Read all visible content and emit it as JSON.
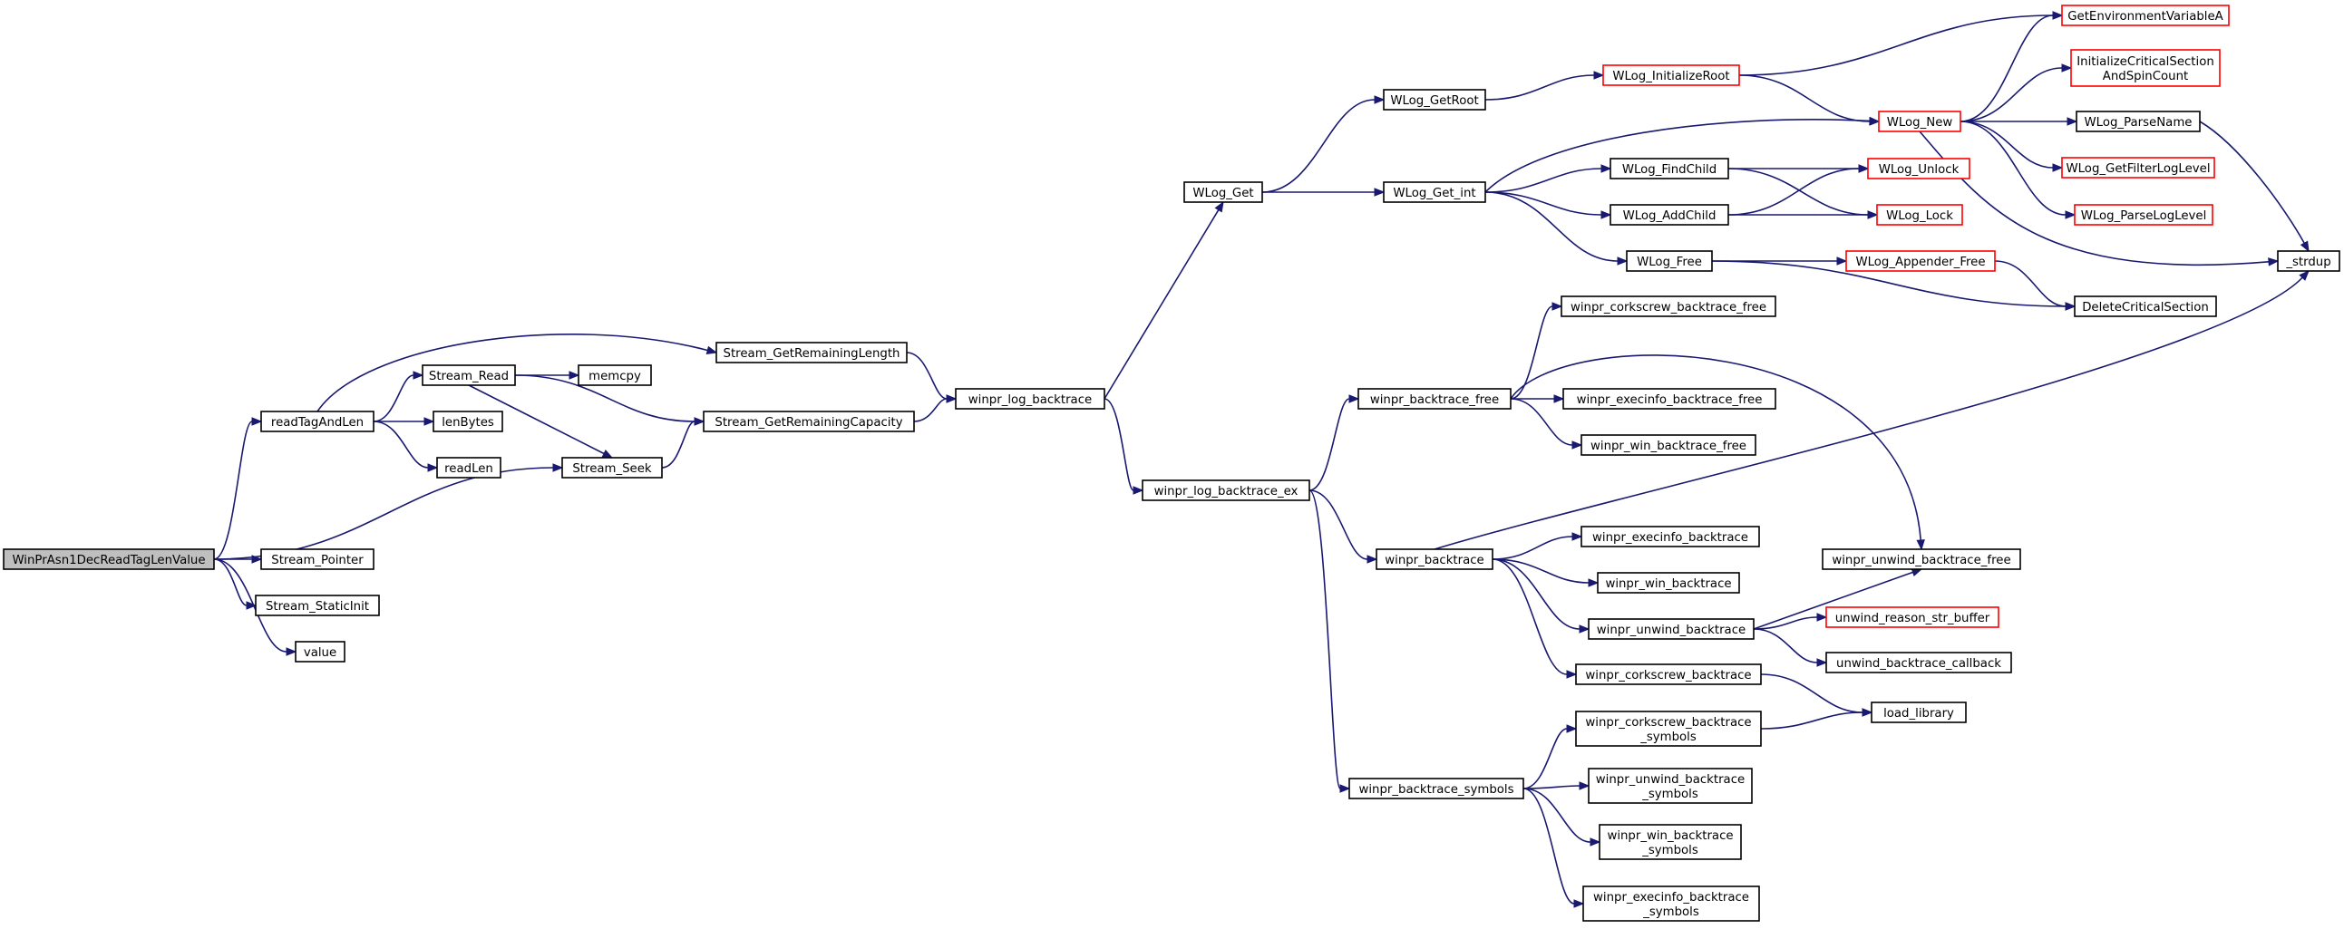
{
  "colors": {
    "edge": "#191970",
    "node_border": "#000000",
    "node_truncated_border": "#ff0000",
    "root_fill": "#bfbfbf",
    "node_fill": "#ffffff"
  },
  "nodes": [
    {
      "id": "root",
      "lines": [
        "WinPrAsn1DecReadTagLenValue"
      ],
      "kind": "root"
    },
    {
      "id": "readTagAndLen",
      "lines": [
        "readTagAndLen"
      ],
      "kind": "normal"
    },
    {
      "id": "Stream_Pointer",
      "lines": [
        "Stream_Pointer"
      ],
      "kind": "normal"
    },
    {
      "id": "Stream_StaticInit",
      "lines": [
        "Stream_StaticInit"
      ],
      "kind": "normal"
    },
    {
      "id": "value",
      "lines": [
        "value"
      ],
      "kind": "normal"
    },
    {
      "id": "Stream_Read",
      "lines": [
        "Stream_Read"
      ],
      "kind": "normal"
    },
    {
      "id": "lenBytes",
      "lines": [
        "lenBytes"
      ],
      "kind": "normal"
    },
    {
      "id": "readLen",
      "lines": [
        "readLen"
      ],
      "kind": "normal"
    },
    {
      "id": "Stream_Seek",
      "lines": [
        "Stream_Seek"
      ],
      "kind": "normal"
    },
    {
      "id": "memcpy",
      "lines": [
        "memcpy"
      ],
      "kind": "normal"
    },
    {
      "id": "Stream_GetRemainingLength",
      "lines": [
        "Stream_GetRemainingLength"
      ],
      "kind": "normal"
    },
    {
      "id": "Stream_GetRemainingCapacity",
      "lines": [
        "Stream_GetRemainingCapacity"
      ],
      "kind": "normal"
    },
    {
      "id": "winpr_log_backtrace",
      "lines": [
        "winpr_log_backtrace"
      ],
      "kind": "normal"
    },
    {
      "id": "WLog_Get",
      "lines": [
        "WLog_Get"
      ],
      "kind": "normal"
    },
    {
      "id": "winpr_log_backtrace_ex",
      "lines": [
        "winpr_log_backtrace_ex"
      ],
      "kind": "normal"
    },
    {
      "id": "WLog_GetRoot",
      "lines": [
        "WLog_GetRoot"
      ],
      "kind": "normal"
    },
    {
      "id": "WLog_Get_int",
      "lines": [
        "WLog_Get_int"
      ],
      "kind": "normal"
    },
    {
      "id": "winpr_backtrace_free",
      "lines": [
        "winpr_backtrace_free"
      ],
      "kind": "normal"
    },
    {
      "id": "winpr_backtrace",
      "lines": [
        "winpr_backtrace"
      ],
      "kind": "normal"
    },
    {
      "id": "winpr_backtrace_symbols",
      "lines": [
        "winpr_backtrace_symbols"
      ],
      "kind": "normal"
    },
    {
      "id": "WLog_InitializeRoot",
      "lines": [
        "WLog_InitializeRoot"
      ],
      "kind": "truncated"
    },
    {
      "id": "WLog_FindChild",
      "lines": [
        "WLog_FindChild"
      ],
      "kind": "normal"
    },
    {
      "id": "WLog_AddChild",
      "lines": [
        "WLog_AddChild"
      ],
      "kind": "normal"
    },
    {
      "id": "WLog_Free",
      "lines": [
        "WLog_Free"
      ],
      "kind": "normal"
    },
    {
      "id": "winpr_corkscrew_backtrace_free",
      "lines": [
        "winpr_corkscrew_backtrace_free"
      ],
      "kind": "normal"
    },
    {
      "id": "winpr_execinfo_backtrace_free",
      "lines": [
        "winpr_execinfo_backtrace_free"
      ],
      "kind": "normal"
    },
    {
      "id": "winpr_win_backtrace_free",
      "lines": [
        "winpr_win_backtrace_free"
      ],
      "kind": "normal"
    },
    {
      "id": "winpr_execinfo_backtrace",
      "lines": [
        "winpr_execinfo_backtrace"
      ],
      "kind": "normal"
    },
    {
      "id": "winpr_win_backtrace",
      "lines": [
        "winpr_win_backtrace"
      ],
      "kind": "normal"
    },
    {
      "id": "winpr_unwind_backtrace",
      "lines": [
        "winpr_unwind_backtrace"
      ],
      "kind": "normal"
    },
    {
      "id": "winpr_corkscrew_backtrace",
      "lines": [
        "winpr_corkscrew_backtrace"
      ],
      "kind": "normal"
    },
    {
      "id": "winpr_corkscrew_backtrace_symbols",
      "lines": [
        "winpr_corkscrew_backtrace",
        "_symbols"
      ],
      "kind": "normal"
    },
    {
      "id": "winpr_unwind_backtrace_symbols",
      "lines": [
        "winpr_unwind_backtrace",
        "_symbols"
      ],
      "kind": "normal"
    },
    {
      "id": "winpr_win_backtrace_symbols",
      "lines": [
        "winpr_win_backtrace",
        "_symbols"
      ],
      "kind": "normal"
    },
    {
      "id": "winpr_execinfo_backtrace_symbols",
      "lines": [
        "winpr_execinfo_backtrace",
        "_symbols"
      ],
      "kind": "normal"
    },
    {
      "id": "WLog_New",
      "lines": [
        "WLog_New"
      ],
      "kind": "truncated"
    },
    {
      "id": "WLog_Unlock",
      "lines": [
        "WLog_Unlock"
      ],
      "kind": "truncated"
    },
    {
      "id": "WLog_Lock",
      "lines": [
        "WLog_Lock"
      ],
      "kind": "truncated"
    },
    {
      "id": "WLog_Appender_Free",
      "lines": [
        "WLog_Appender_Free"
      ],
      "kind": "truncated"
    },
    {
      "id": "winpr_unwind_backtrace_free",
      "lines": [
        "winpr_unwind_backtrace_free"
      ],
      "kind": "normal"
    },
    {
      "id": "unwind_reason_str_buffer",
      "lines": [
        "unwind_reason_str_buffer"
      ],
      "kind": "truncated"
    },
    {
      "id": "unwind_backtrace_callback",
      "lines": [
        "unwind_backtrace_callback"
      ],
      "kind": "normal"
    },
    {
      "id": "load_library",
      "lines": [
        "load_library"
      ],
      "kind": "normal"
    },
    {
      "id": "GetEnvironmentVariableA",
      "lines": [
        "GetEnvironmentVariableA"
      ],
      "kind": "truncated"
    },
    {
      "id": "InitializeCriticalSectionAndSpinCount",
      "lines": [
        "InitializeCriticalSection",
        "AndSpinCount"
      ],
      "kind": "truncated"
    },
    {
      "id": "WLog_ParseName",
      "lines": [
        "WLog_ParseName"
      ],
      "kind": "normal"
    },
    {
      "id": "WLog_GetFilterLogLevel",
      "lines": [
        "WLog_GetFilterLogLevel"
      ],
      "kind": "truncated"
    },
    {
      "id": "WLog_ParseLogLevel",
      "lines": [
        "WLog_ParseLogLevel"
      ],
      "kind": "truncated"
    },
    {
      "id": "DeleteCriticalSection",
      "lines": [
        "DeleteCriticalSection"
      ],
      "kind": "normal"
    },
    {
      "id": "_strdup",
      "lines": [
        "_strdup"
      ],
      "kind": "normal"
    }
  ],
  "edges": [
    [
      "root",
      "readTagAndLen"
    ],
    [
      "root",
      "Stream_Pointer"
    ],
    [
      "root",
      "Stream_StaticInit"
    ],
    [
      "root",
      "value"
    ],
    [
      "root",
      "Stream_Seek"
    ],
    [
      "readTagAndLen",
      "Stream_GetRemainingLength"
    ],
    [
      "readTagAndLen",
      "Stream_Read"
    ],
    [
      "readTagAndLen",
      "lenBytes"
    ],
    [
      "readTagAndLen",
      "readLen"
    ],
    [
      "Stream_Read",
      "memcpy"
    ],
    [
      "Stream_Read",
      "Stream_GetRemainingCapacity"
    ],
    [
      "Stream_Read",
      "Stream_Seek"
    ],
    [
      "Stream_Seek",
      "Stream_GetRemainingCapacity"
    ],
    [
      "Stream_GetRemainingLength",
      "winpr_log_backtrace"
    ],
    [
      "Stream_GetRemainingCapacity",
      "winpr_log_backtrace"
    ],
    [
      "winpr_log_backtrace",
      "WLog_Get"
    ],
    [
      "winpr_log_backtrace",
      "winpr_log_backtrace_ex"
    ],
    [
      "WLog_Get",
      "WLog_GetRoot"
    ],
    [
      "WLog_Get",
      "WLog_Get_int"
    ],
    [
      "WLog_GetRoot",
      "WLog_InitializeRoot"
    ],
    [
      "WLog_InitializeRoot",
      "GetEnvironmentVariableA"
    ],
    [
      "WLog_InitializeRoot",
      "WLog_New"
    ],
    [
      "WLog_Get_int",
      "WLog_New"
    ],
    [
      "WLog_Get_int",
      "WLog_FindChild"
    ],
    [
      "WLog_Get_int",
      "WLog_AddChild"
    ],
    [
      "WLog_Get_int",
      "WLog_Free"
    ],
    [
      "WLog_FindChild",
      "WLog_Unlock"
    ],
    [
      "WLog_FindChild",
      "WLog_Lock"
    ],
    [
      "WLog_AddChild",
      "WLog_Unlock"
    ],
    [
      "WLog_AddChild",
      "WLog_Lock"
    ],
    [
      "WLog_Free",
      "WLog_Appender_Free"
    ],
    [
      "WLog_Free",
      "DeleteCriticalSection"
    ],
    [
      "WLog_Appender_Free",
      "DeleteCriticalSection"
    ],
    [
      "WLog_New",
      "GetEnvironmentVariableA"
    ],
    [
      "WLog_New",
      "InitializeCriticalSectionAndSpinCount"
    ],
    [
      "WLog_New",
      "WLog_ParseName"
    ],
    [
      "WLog_New",
      "WLog_GetFilterLogLevel"
    ],
    [
      "WLog_New",
      "WLog_ParseLogLevel"
    ],
    [
      "WLog_New",
      "_strdup"
    ],
    [
      "WLog_ParseName",
      "_strdup"
    ],
    [
      "winpr_log_backtrace_ex",
      "winpr_backtrace_free"
    ],
    [
      "winpr_log_backtrace_ex",
      "winpr_backtrace"
    ],
    [
      "winpr_log_backtrace_ex",
      "winpr_backtrace_symbols"
    ],
    [
      "winpr_backtrace_free",
      "winpr_corkscrew_backtrace_free"
    ],
    [
      "winpr_backtrace_free",
      "winpr_execinfo_backtrace_free"
    ],
    [
      "winpr_backtrace_free",
      "winpr_win_backtrace_free"
    ],
    [
      "winpr_backtrace_free",
      "winpr_unwind_backtrace_free"
    ],
    [
      "winpr_backtrace",
      "_strdup"
    ],
    [
      "winpr_backtrace",
      "winpr_execinfo_backtrace"
    ],
    [
      "winpr_backtrace",
      "winpr_win_backtrace"
    ],
    [
      "winpr_backtrace",
      "winpr_unwind_backtrace"
    ],
    [
      "winpr_backtrace",
      "winpr_corkscrew_backtrace"
    ],
    [
      "winpr_unwind_backtrace",
      "winpr_unwind_backtrace_free"
    ],
    [
      "winpr_unwind_backtrace",
      "unwind_reason_str_buffer"
    ],
    [
      "winpr_unwind_backtrace",
      "unwind_backtrace_callback"
    ],
    [
      "winpr_corkscrew_backtrace",
      "load_library"
    ],
    [
      "winpr_backtrace_symbols",
      "winpr_corkscrew_backtrace_symbols"
    ],
    [
      "winpr_backtrace_symbols",
      "winpr_unwind_backtrace_symbols"
    ],
    [
      "winpr_backtrace_symbols",
      "winpr_win_backtrace_symbols"
    ],
    [
      "winpr_backtrace_symbols",
      "winpr_execinfo_backtrace_symbols"
    ],
    [
      "winpr_corkscrew_backtrace_symbols",
      "load_library"
    ]
  ]
}
